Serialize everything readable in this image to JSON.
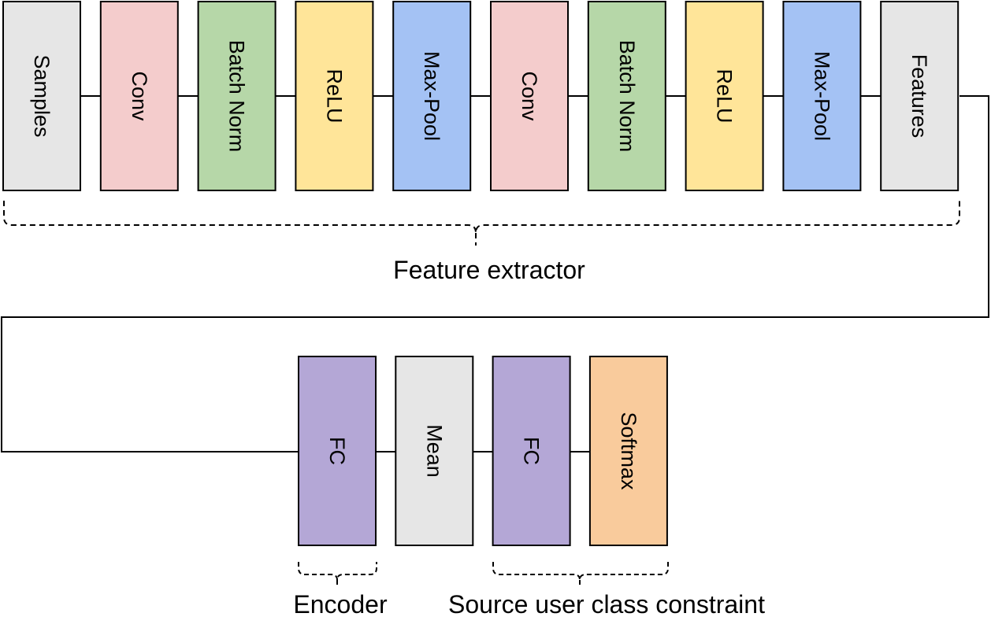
{
  "colors": {
    "gray": "#e6e6e6",
    "pink": "#f4cccc",
    "green": "#b6d7a8",
    "yellow": "#ffe599",
    "blue": "#a4c2f4",
    "purple": "#b4a7d6",
    "orange": "#f9cb9c",
    "stroke": "#000000"
  },
  "top_row": [
    {
      "label": "Samples",
      "color": "gray"
    },
    {
      "label": "Conv",
      "color": "pink"
    },
    {
      "label": "Batch Norm",
      "color": "green"
    },
    {
      "label": "ReLU",
      "color": "yellow"
    },
    {
      "label": "Max-Pool",
      "color": "blue"
    },
    {
      "label": "Conv",
      "color": "pink"
    },
    {
      "label": "Batch Norm",
      "color": "green"
    },
    {
      "label": "ReLU",
      "color": "yellow"
    },
    {
      "label": "Max-Pool",
      "color": "blue"
    },
    {
      "label": "Features",
      "color": "gray"
    }
  ],
  "bottom_row": [
    {
      "label": "FC",
      "color": "purple"
    },
    {
      "label": "Mean",
      "color": "gray"
    },
    {
      "label": "FC",
      "color": "purple"
    },
    {
      "label": "Softmax",
      "color": "orange"
    }
  ],
  "captions": {
    "feature_extractor": "Feature extractor",
    "encoder": "Encoder",
    "constraint": "Source user class constraint"
  }
}
